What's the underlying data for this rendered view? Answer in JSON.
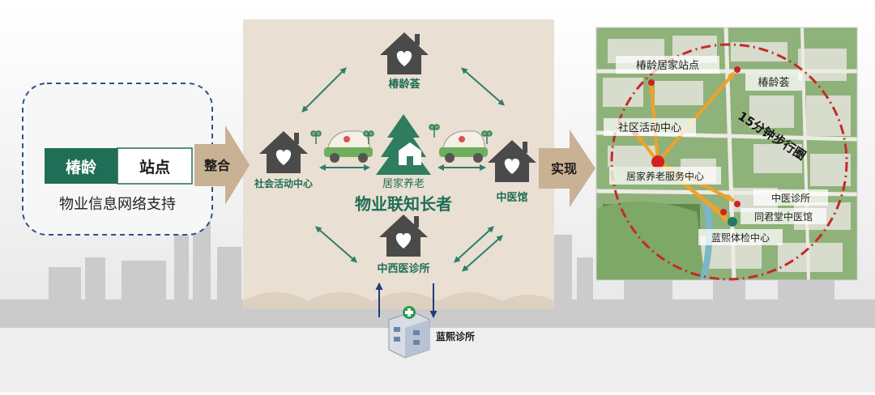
{
  "left_panel": {
    "brand_left": "椿龄",
    "brand_right": "站点",
    "caption": "物业信息网络支持"
  },
  "arrows": {
    "integrate": "整合",
    "realize": "实现"
  },
  "center": {
    "top_node": "椿龄荟",
    "left_node": "社会活动中心",
    "right_node": "中医馆",
    "bottom_node": "中西医诊所",
    "core_node": "居家养老",
    "core_title": "物业联知长者",
    "clinic": "蓝熙诊所"
  },
  "map": {
    "ring_label": "15分钟步行圈",
    "labels": {
      "station": "椿龄居家站点",
      "hui": "椿龄荟",
      "community": "社区活动中心",
      "service": "居家养老服务中心",
      "tcm_clinic": "中医诊所",
      "tongjuntang": "同君堂中医馆",
      "checkup": "蓝熙体检中心"
    }
  },
  "colors": {
    "brand_green": "#1f6e55",
    "house_gray": "#4a4a4a",
    "arrow_tan": "#c9b193",
    "panel_beige": "#e9dfd3",
    "ring_red": "#c42a2a",
    "route_orange": "#f0a22a",
    "dashed_blue": "#2f4f8a"
  }
}
